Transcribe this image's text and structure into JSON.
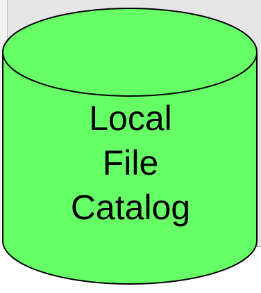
{
  "cylinder": {
    "label_lines": [
      "Local",
      "File",
      "Catalog"
    ],
    "fill_color": "#66ff66",
    "stroke_color": "#000000"
  },
  "colors": {
    "background_panel": "#e6e6e6",
    "page": "#ffffff"
  }
}
